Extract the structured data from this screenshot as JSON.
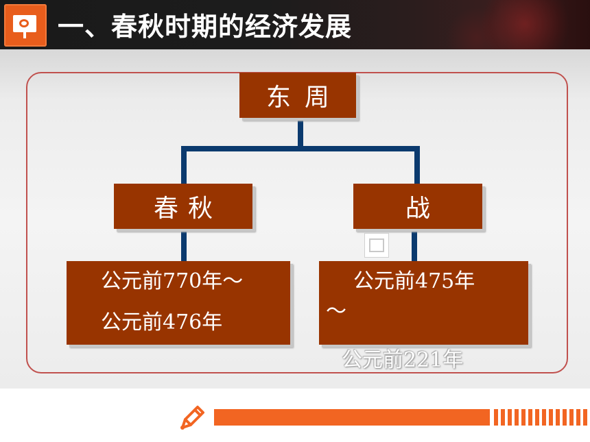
{
  "header": {
    "title": "一、春秋时期的经济发展",
    "logo_icon": "presentation-icon"
  },
  "diagram": {
    "root": "东周",
    "left": {
      "label": "春秋",
      "dates_line1": "公元前770年～",
      "dates_line2": "公元前476年"
    },
    "right": {
      "label": "战",
      "dates_line1": "公元前475年",
      "dates_line2": "～",
      "overflow_text": "公元前221年"
    }
  },
  "footer": {
    "pencil_icon": "pencil-icon"
  },
  "colors": {
    "box": "#983400",
    "connector": "#0b3a6e",
    "frame": "#c0504d",
    "accent": "#f26522"
  }
}
